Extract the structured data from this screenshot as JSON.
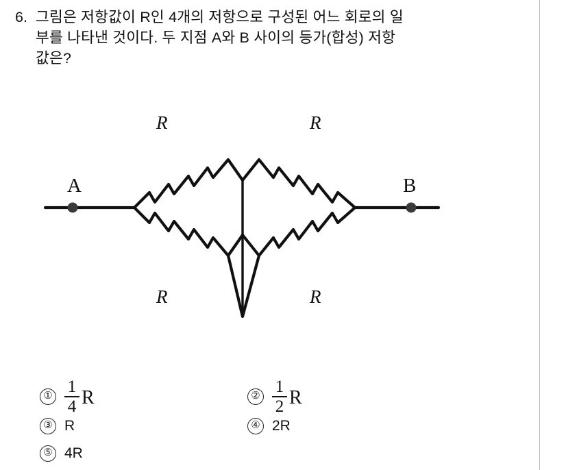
{
  "question": {
    "number": "6.",
    "lines": [
      "그림은 저항값이 R인 4개의 저항으로 구성된 어느 회로의 일",
      "부를 나타낸 것이다. 두 지점 A와 B 사이의 등가(합성) 저항",
      "값은?"
    ]
  },
  "figure": {
    "terminal_a_label": "A",
    "terminal_b_label": "B",
    "resistor_labels": {
      "top_left": "R",
      "top_right": "R",
      "bottom_left": "R",
      "bottom_right": "R"
    },
    "line_color": "#111111",
    "node_color": "#3a3a3a"
  },
  "choices": [
    {
      "marker": "①",
      "kind": "fraction",
      "numerator": "1",
      "denominator": "4",
      "unit": "R",
      "text": "1/4 R"
    },
    {
      "marker": "②",
      "kind": "fraction",
      "numerator": "1",
      "denominator": "2",
      "unit": "R",
      "text": "1/2 R"
    },
    {
      "marker": "③",
      "kind": "plain",
      "text": "R"
    },
    {
      "marker": "④",
      "kind": "plain",
      "text": "2R"
    },
    {
      "marker": "⑤",
      "kind": "plain",
      "text": "4R"
    }
  ]
}
